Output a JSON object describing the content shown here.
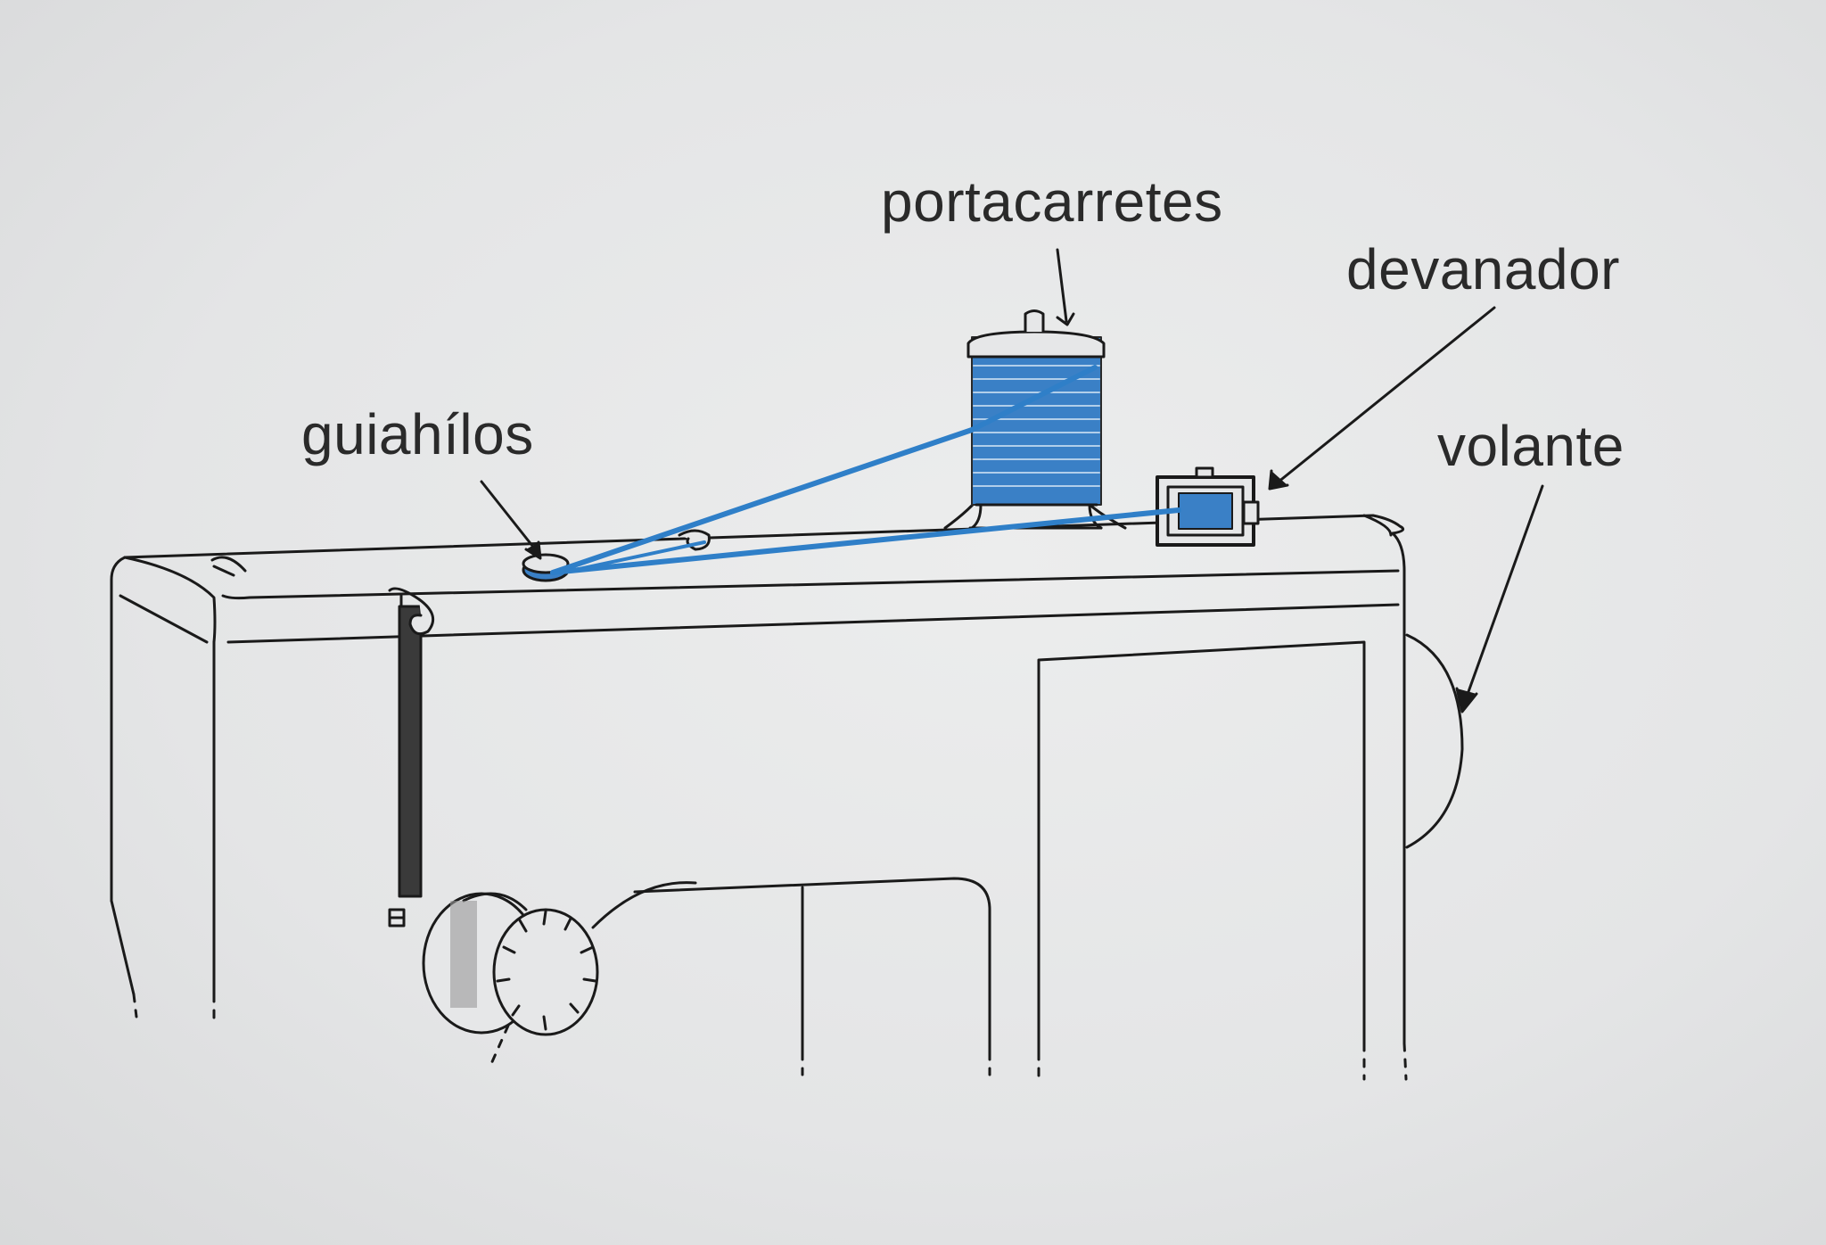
{
  "labels": {
    "portacarretes": "portacarretes",
    "devanador": "devanador",
    "guiahilos": "guiahílos",
    "volante": "volante"
  },
  "colors": {
    "thread": "#2f7fc8",
    "line": "#1a1a1a",
    "background": "#e6e7e8"
  }
}
